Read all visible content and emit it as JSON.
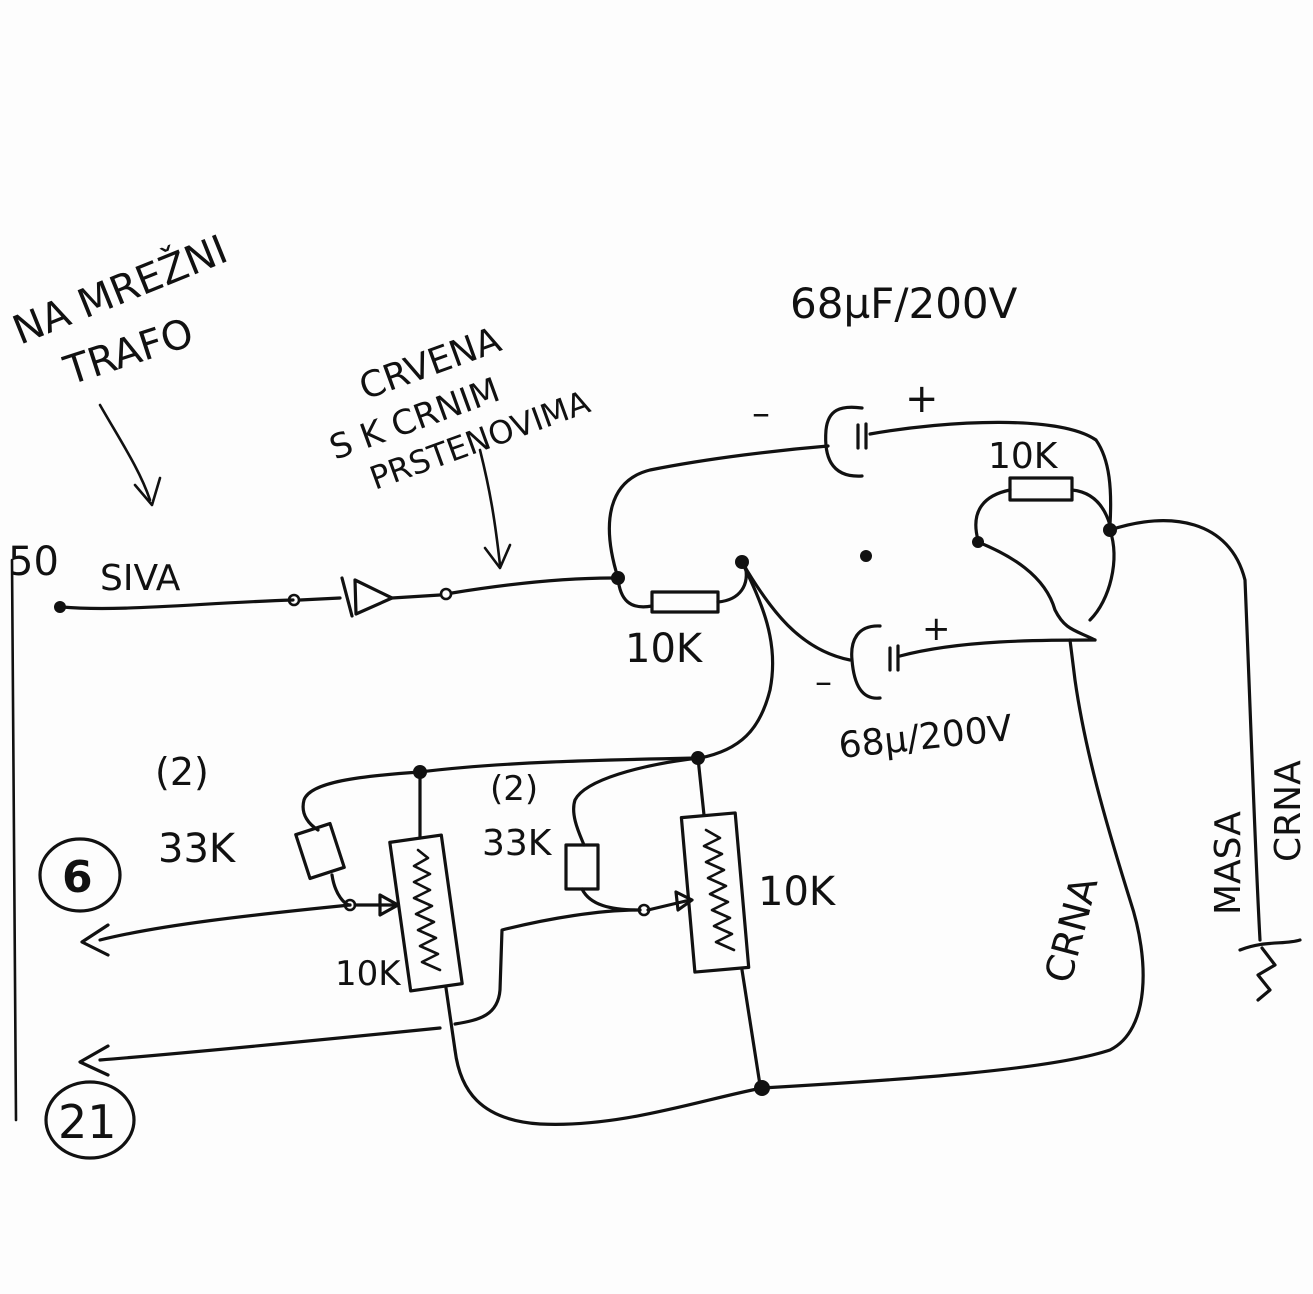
{
  "labels": {
    "na_mrezni": "NA MREŽNI",
    "trafo": "TRAFO",
    "crvena": "CRVENA",
    "s_k_crnim": "S K CRNIM",
    "prstenovima": "PRSTENOVIMA",
    "cap_top": "68µF/200V",
    "cap_bottom": "68µ/200V",
    "r_top_right": "10K",
    "r_mid": "10K",
    "r_33k_left_count": "(2)",
    "r_33k_left": "33K",
    "r_33k_right_count": "(2)",
    "r_33k_right": "33K",
    "pot_left": "10K",
    "pot_right": "10K",
    "input_50": "50",
    "input_wire": "SIVA",
    "terminal_6": "6",
    "terminal_21": "21",
    "wire_crna": "CRNA",
    "ground_masa": "MASA",
    "ground_crna": "CRNA",
    "cap_top_minus": "–",
    "cap_top_plus": "+",
    "cap_bottom_minus": "–",
    "cap_bottom_plus": "+"
  }
}
